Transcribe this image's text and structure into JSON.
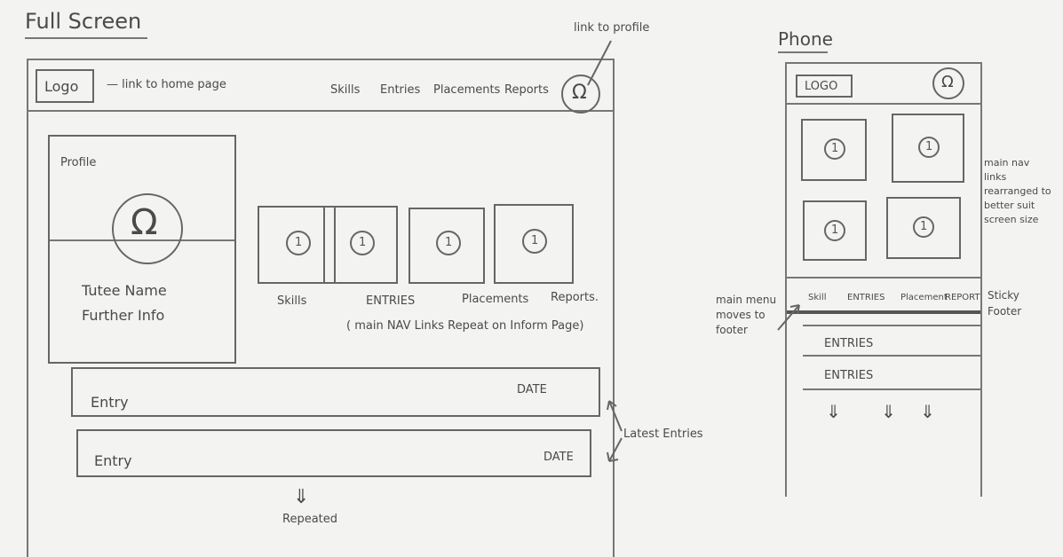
{
  "titles": {
    "full_screen": "Full Screen",
    "phone": "Phone"
  },
  "annotations": {
    "link_to_home": "— link to home page",
    "link_to_profile": "link to profile",
    "main_nav_note": "( main NAV Links Repeat on Inform Page)",
    "latest_entries": "Latest Entries",
    "repeated": "Repeated",
    "main_nav_rearranged": [
      "main nav",
      "links",
      "rearranged to",
      "better suit",
      "screen size"
    ],
    "main_menu_moves": [
      "main menu",
      "moves to",
      "footer"
    ],
    "sticky_footer": [
      "Sticky",
      "Footer"
    ]
  },
  "full": {
    "logo": "Logo",
    "nav": [
      "Skills",
      "Entries",
      "Placements",
      "Reports"
    ],
    "profile_label": "Profile",
    "profile_name": "Tutee Name",
    "profile_info": "Further Info",
    "tile_icon": "1",
    "tiles": [
      "Skills",
      "ENTRIES",
      "Placements",
      "Reports."
    ],
    "entries": [
      {
        "label": "Entry",
        "date": "DATE"
      },
      {
        "label": "Entry",
        "date": "DATE"
      }
    ],
    "down_arrow": "⇓"
  },
  "phone": {
    "logo": "LOGO",
    "tile_icon": "1",
    "footer_items": [
      "Skill",
      "ENTRIES",
      "Placement",
      "REPORT"
    ],
    "list": [
      "ENTRIES",
      "ENTRIES"
    ],
    "arrows": [
      "⇓",
      "⇓",
      "⇓"
    ]
  }
}
